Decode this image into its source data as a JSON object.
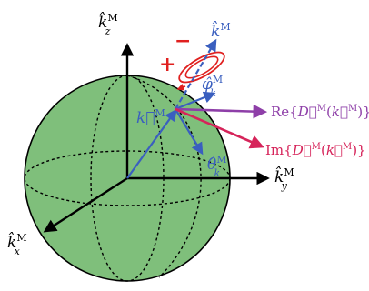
{
  "colors": {
    "sphere_fill": "#7fbf7b",
    "sphere_stroke": "#000000",
    "blue": "#3a5fbf",
    "purple": "#8e3fa8",
    "crimson": "#d6245a",
    "red": "#e0201f",
    "axis": "#000000"
  },
  "labels": {
    "kz": {
      "base": "k̂",
      "sub": "z",
      "sup": "M"
    },
    "ky": {
      "base": "k̂",
      "sub": "y",
      "sup": "M"
    },
    "kx": {
      "base": "k̂",
      "sub": "x",
      "sup": "M"
    },
    "k_hat": {
      "base": "k̂",
      "sup": "M"
    },
    "k_vec": {
      "base": "k⃗",
      "sup": "M"
    },
    "phi": {
      "base": "φ̂",
      "sub": "k",
      "sup": "M"
    },
    "theta": {
      "base": "θ̂",
      "sub": "k",
      "sup": "M"
    },
    "re_D": {
      "prefix": "Re{",
      "D": "D⃗",
      "sup1": "M",
      "mid": "(",
      "k": "k⃗",
      "sup2": "M",
      "suffix": ")}"
    },
    "im_D": {
      "prefix": "Im{",
      "D": "D⃗",
      "sup1": "M",
      "mid": "(",
      "k": "k⃗",
      "sup2": "M",
      "suffix": ")}"
    },
    "plus": "+",
    "minus": "−"
  }
}
